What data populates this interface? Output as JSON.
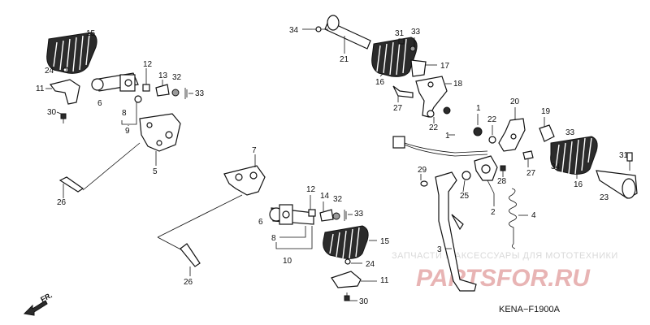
{
  "diagram": {
    "code": "KENA−F1900A",
    "direction_label": "FR.",
    "watermark": {
      "line1": "ЗАПЧАСТИ И АКСЕССУАРЫ ДЛЯ МОТОТЕХНИКИ",
      "line2": "PARTSFOR.RU",
      "color": "#e8b4b4"
    },
    "callouts": [
      {
        "id": "c15a",
        "text": "15"
      },
      {
        "id": "c24a",
        "text": "24"
      },
      {
        "id": "c11a",
        "text": "11"
      },
      {
        "id": "c30a",
        "text": "30"
      },
      {
        "id": "c6a",
        "text": "6"
      },
      {
        "id": "c12a",
        "text": "12"
      },
      {
        "id": "c13",
        "text": "13"
      },
      {
        "id": "c32a",
        "text": "32"
      },
      {
        "id": "c33a",
        "text": "33"
      },
      {
        "id": "c8a",
        "text": "8"
      },
      {
        "id": "c9",
        "text": "9"
      },
      {
        "id": "c5",
        "text": "5"
      },
      {
        "id": "c26a",
        "text": "26"
      },
      {
        "id": "c34a",
        "text": "34"
      },
      {
        "id": "c21",
        "text": "21"
      },
      {
        "id": "c31a",
        "text": "31"
      },
      {
        "id": "c33b",
        "text": "33"
      },
      {
        "id": "c17",
        "text": "17"
      },
      {
        "id": "c16a",
        "text": "16"
      },
      {
        "id": "c18",
        "text": "18"
      },
      {
        "id": "c27a",
        "text": "27"
      },
      {
        "id": "c22a",
        "text": "22"
      },
      {
        "id": "c1a",
        "text": "1"
      },
      {
        "id": "c1b",
        "text": "1"
      },
      {
        "id": "c22b",
        "text": "22"
      },
      {
        "id": "c20",
        "text": "20"
      },
      {
        "id": "c19",
        "text": "19"
      },
      {
        "id": "c33c",
        "text": "33"
      },
      {
        "id": "c27b",
        "text": "27"
      },
      {
        "id": "c31b",
        "text": "31"
      },
      {
        "id": "c34b",
        "text": "34"
      },
      {
        "id": "c16b",
        "text": "16"
      },
      {
        "id": "c23",
        "text": "23"
      },
      {
        "id": "c7",
        "text": "7"
      },
      {
        "id": "c29",
        "text": "29"
      },
      {
        "id": "c25",
        "text": "25"
      },
      {
        "id": "c28",
        "text": "28"
      },
      {
        "id": "c2",
        "text": "2"
      },
      {
        "id": "c4",
        "text": "4"
      },
      {
        "id": "c3",
        "text": "3"
      },
      {
        "id": "c12b",
        "text": "12"
      },
      {
        "id": "c14",
        "text": "14"
      },
      {
        "id": "c32b",
        "text": "32"
      },
      {
        "id": "c33d",
        "text": "33"
      },
      {
        "id": "c6b",
        "text": "6"
      },
      {
        "id": "c15b",
        "text": "15"
      },
      {
        "id": "c8b",
        "text": "8"
      },
      {
        "id": "c10",
        "text": "10"
      },
      {
        "id": "c24b",
        "text": "24"
      },
      {
        "id": "c11b",
        "text": "11"
      },
      {
        "id": "c26b",
        "text": "26"
      },
      {
        "id": "c30b",
        "text": "30"
      }
    ]
  }
}
